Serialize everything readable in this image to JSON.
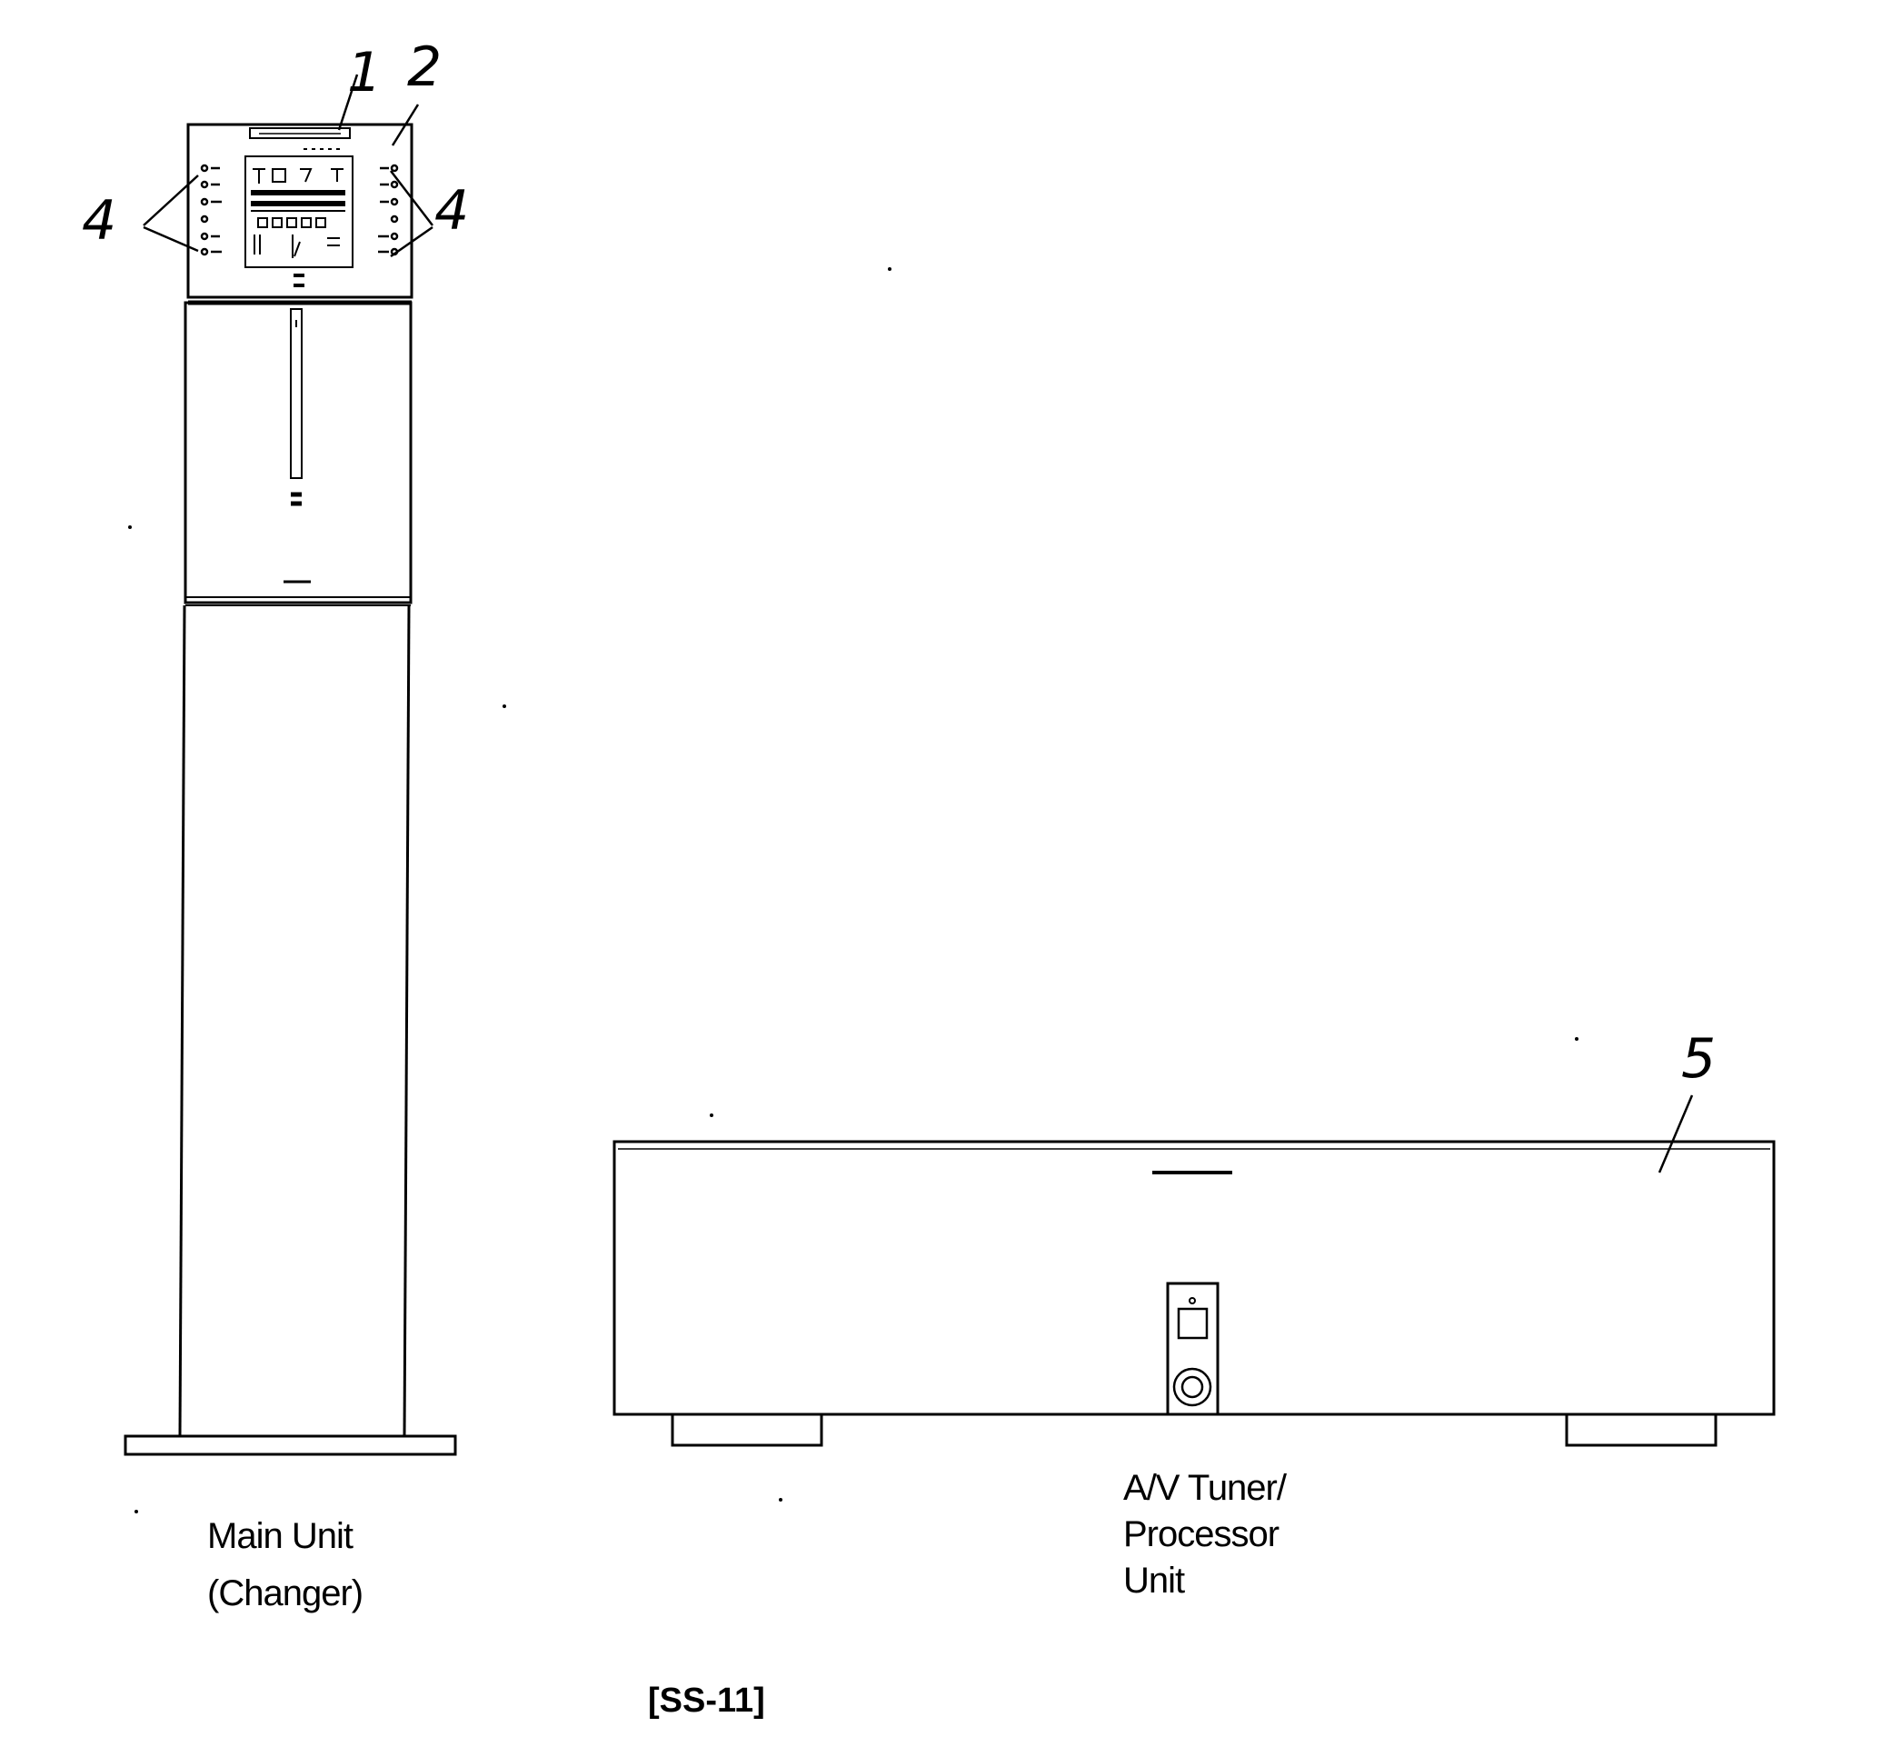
{
  "callouts": [
    "1",
    "2",
    "4",
    "4",
    "5"
  ],
  "main_unit": {
    "caption_line1": "Main Unit",
    "caption_line2": "(Changer)"
  },
  "tuner_unit": {
    "caption_line1": "A/V Tuner/",
    "caption_line2": "Processor",
    "caption_line3": "Unit"
  },
  "document_id": "[SS-11]"
}
